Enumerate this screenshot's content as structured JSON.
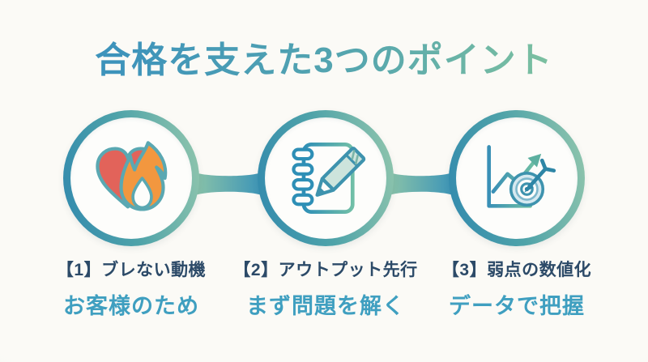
{
  "title": "合格を支えた3つのポイント",
  "points": [
    {
      "heading": "【1】ブレない動機",
      "subheading": "お客様のため",
      "icon": "heart-flame-icon"
    },
    {
      "heading": "【2】アウトプット先行",
      "subheading": "まず問題を解く",
      "icon": "notebook-pencil-icon"
    },
    {
      "heading": "【3】弱点の数値化",
      "subheading": "データで把握",
      "icon": "chart-target-icon"
    }
  ],
  "colors": {
    "background": "#faf9f5",
    "title_gradient_start": "#3d93bb",
    "title_gradient_end": "#7cc0a0",
    "ring_gradient_start": "#3189ae",
    "ring_gradient_end": "#93c7ad",
    "heading_text": "#2c4a68",
    "subheading_text": "#3f9fc0",
    "heart_red": "#e2635a",
    "flame_orange": "#f2973f",
    "icon_outline_teal": "#5aa8b2"
  }
}
